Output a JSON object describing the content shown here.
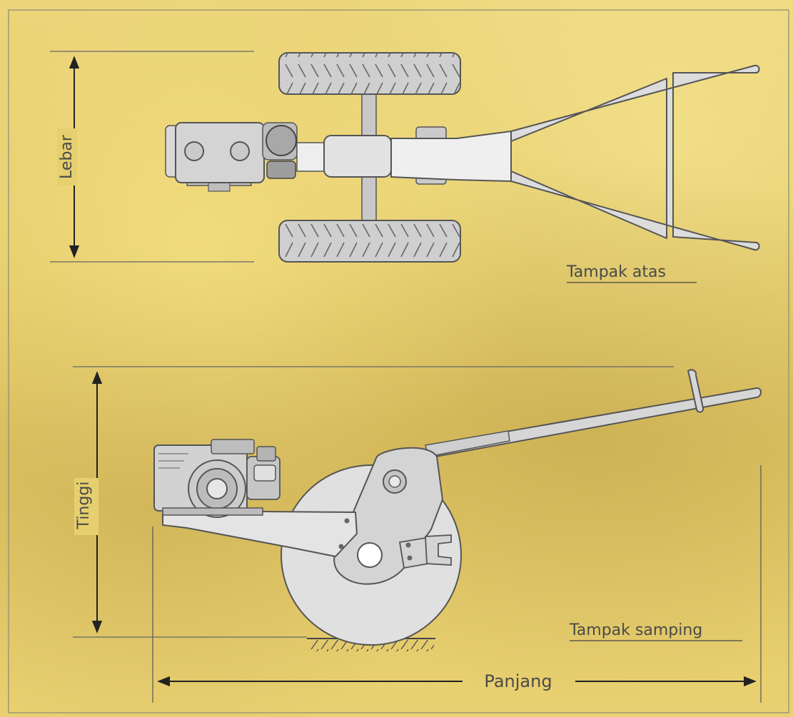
{
  "labels": {
    "lebar": "Lebar",
    "tinggi": "Tinggi",
    "panjang": "Panjang",
    "tampak_atas": "Tampak atas",
    "tampak_samping": "Tampak samping"
  },
  "colors": {
    "background": "#e6cf6e",
    "part_fill": "#d2d2d2",
    "part_light": "#e4e4e4",
    "part_stroke": "#555555",
    "dimension_line": "#222222"
  }
}
